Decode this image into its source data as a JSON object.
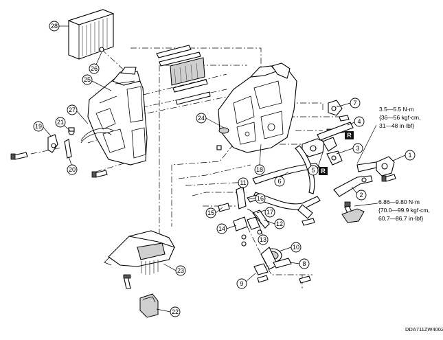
{
  "figure": {
    "code": "DDA711ZW4002"
  },
  "callouts": [
    "1",
    "2",
    "3",
    "4",
    "5",
    "6",
    "7",
    "8",
    "9",
    "10",
    "11",
    "12",
    "13",
    "14",
    "15",
    "16",
    "17",
    "18",
    "19",
    "20",
    "21",
    "22",
    "23",
    "24",
    "25",
    "26",
    "27",
    "28"
  ],
  "specs": {
    "upper": [
      "3.5—5.5 N·m",
      "{36—56 kgf·cm,",
      "31—48 in·lbf}"
    ],
    "lower": [
      "6.86—9.80 N·m",
      "{70.0—99.9 kgf·cm,",
      "60.7—86.7 in·lbf}"
    ]
  },
  "badges": {
    "replace": "R"
  }
}
